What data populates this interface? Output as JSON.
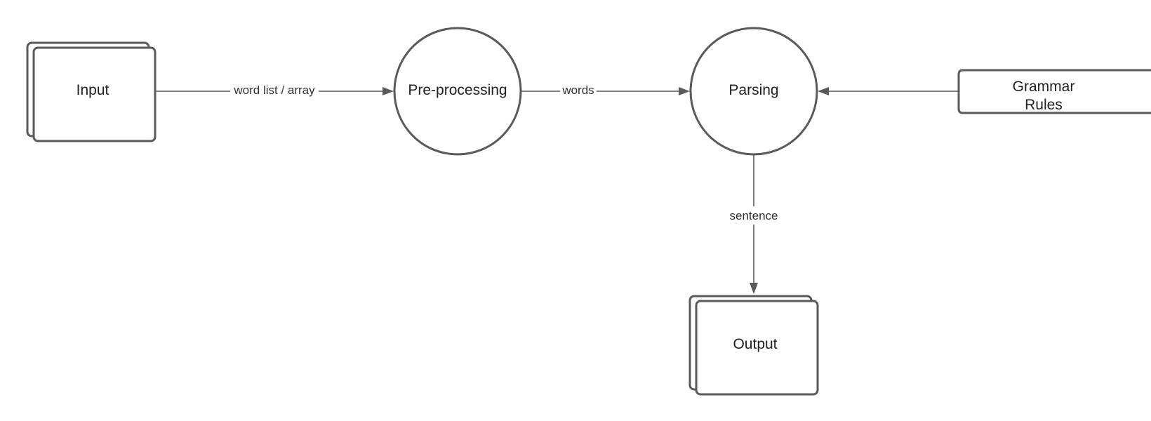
{
  "diagram": {
    "nodes": {
      "input": {
        "label": "Input",
        "shape": "multi-document"
      },
      "preprocessing": {
        "label": "Pre-processing",
        "shape": "circle"
      },
      "parsing": {
        "label": "Parsing",
        "shape": "circle"
      },
      "grammar_rules": {
        "label_line1": "Grammar",
        "label_line2": "Rules",
        "shape": "open-rectangle"
      },
      "output": {
        "label": "Output",
        "shape": "multi-document"
      }
    },
    "edges": {
      "input_to_preprocessing": {
        "label": "word list / array",
        "from": "Input",
        "to": "Pre-processing"
      },
      "preprocessing_to_parsing": {
        "label": "words",
        "from": "Pre-processing",
        "to": "Parsing"
      },
      "grammar_to_parsing": {
        "label": "",
        "from": "Grammar Rules",
        "to": "Parsing"
      },
      "parsing_to_output": {
        "label": "sentence",
        "from": "Parsing",
        "to": "Output"
      }
    },
    "colors": {
      "stroke": "#5a5a5a",
      "text": "#222222",
      "background": "#ffffff"
    }
  }
}
